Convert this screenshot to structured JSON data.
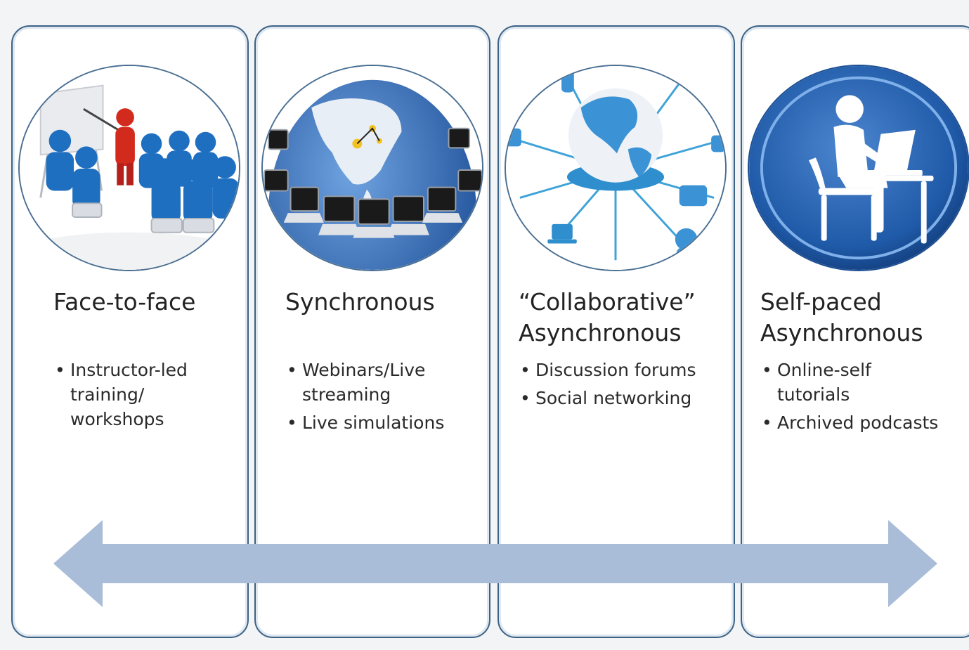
{
  "colors": {
    "panel_border": "#3c6286",
    "arrow_fill": "#a9bdd8",
    "figure_blue": "#1f6fc1",
    "figure_red": "#d32a1e",
    "globe_blue": "#2e6fc0",
    "network_blue": "#3fa3d9"
  },
  "columns": [
    {
      "title": "Face-to-face",
      "icon": "classroom-icon",
      "bullets": [
        "Instructor-led\ntraining/\nworkshops"
      ]
    },
    {
      "title": "Synchronous",
      "icon": "globe-laptops-icon",
      "bullets": [
        "Webinars/Live\nstreaming",
        "Live simulations"
      ]
    },
    {
      "title": "“Collaborative”\nAsynchronous",
      "icon": "network-globe-icon",
      "bullets": [
        "Discussion forums",
        "Social networking"
      ]
    },
    {
      "title": "Self-paced\nAsynchronous",
      "icon": "person-laptop-icon",
      "bullets": [
        "Online-self\ntutorials",
        "Archived podcasts"
      ]
    }
  ],
  "arrow": {
    "direction": "bidirectional",
    "icon": "double-arrow-icon"
  }
}
